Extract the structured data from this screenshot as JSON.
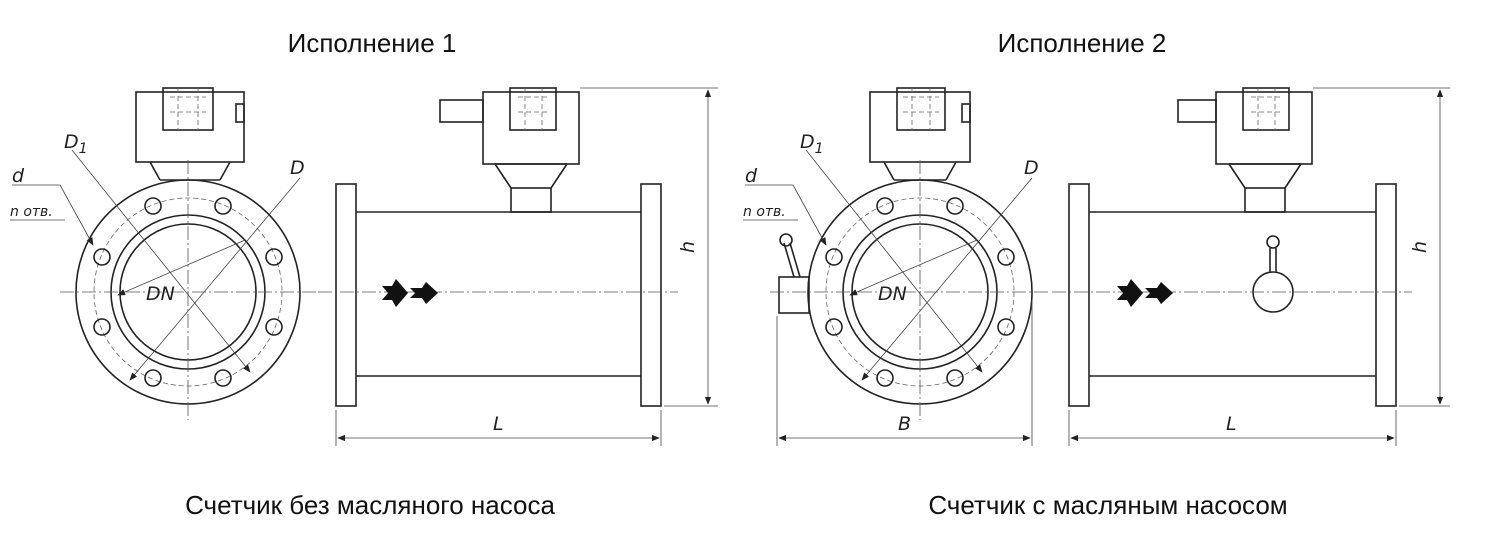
{
  "variants": [
    {
      "heading": "Исполнение 1",
      "caption": "Счетчик без масляного насоса",
      "front_labels": {
        "d1": "D",
        "d1_sub": "1",
        "d_outer": "D",
        "bolt_d": "d",
        "holes": "n отв.",
        "dn": "DN"
      },
      "side_labels": {
        "length": "L",
        "height": "h"
      }
    },
    {
      "heading": "Исполнение 2",
      "caption": "Счетчик с масляным насосом",
      "front_labels": {
        "d1": "D",
        "d1_sub": "1",
        "d_outer": "D",
        "bolt_d": "d",
        "holes": "n отв.",
        "dn": "DN",
        "width": "B"
      },
      "side_labels": {
        "length": "L",
        "height": "h"
      }
    }
  ]
}
